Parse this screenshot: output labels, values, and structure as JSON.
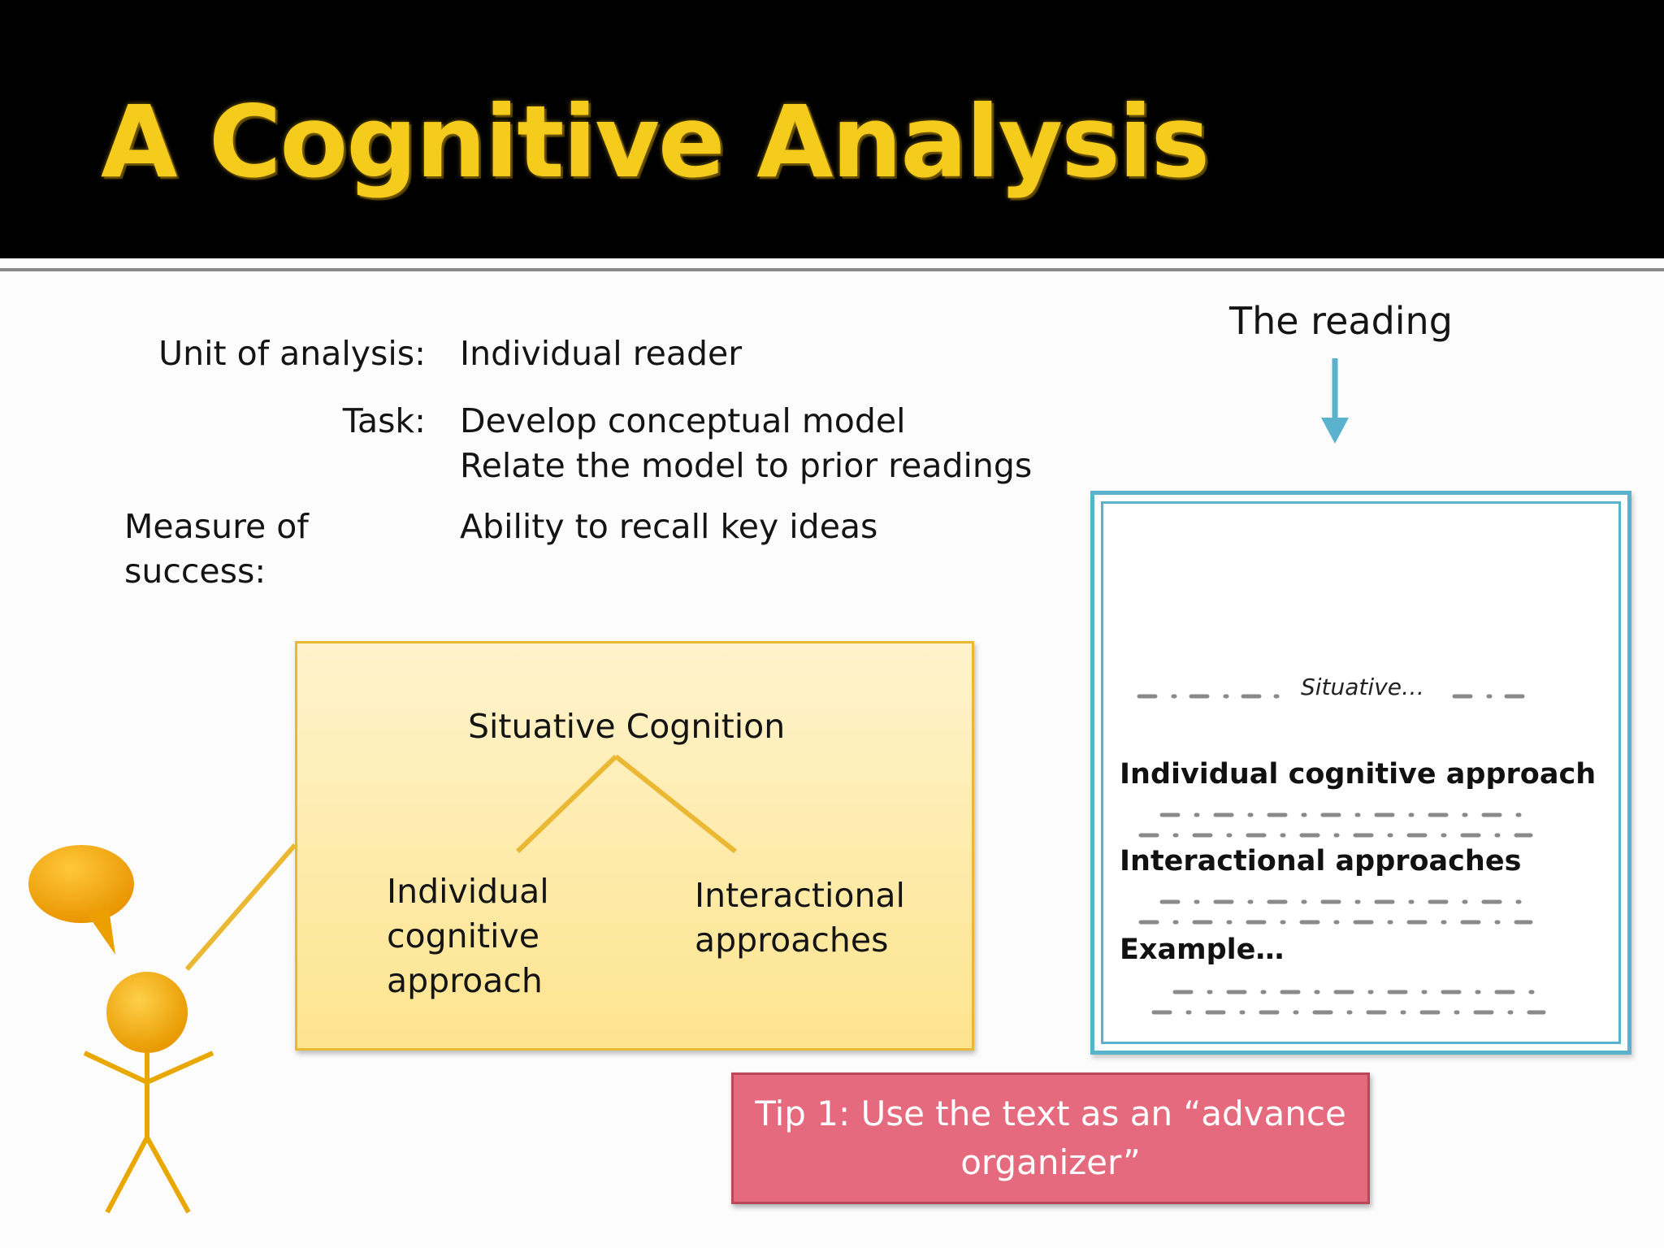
{
  "slide": {
    "title": "A Cognitive Analysis",
    "colors": {
      "header": "#000000",
      "title": "#f5cb1c",
      "yellow_box": "#fde48e",
      "reading_border": "#5bb2cd",
      "tip_box": "#e66a7d"
    }
  },
  "analysis": {
    "unit_label": "Unit of analysis:",
    "unit_value": "Individual reader",
    "task_label": "Task:",
    "task_value_1": "Develop conceptual model",
    "task_value_2": "Relate the model to prior readings",
    "measure_label_1": "Measure of",
    "measure_label_2": "success:",
    "measure_value": "Ability to recall key ideas"
  },
  "concept": {
    "root": "Situative Cognition",
    "left_1": "Individual",
    "left_2": "cognitive",
    "left_3": "approach",
    "right_1": "Interactional",
    "right_2": "approaches"
  },
  "reading": {
    "label": "The reading",
    "situative": "Situative…",
    "heading_1": "Individual cognitive approach",
    "heading_2": "Interactional approaches",
    "heading_3": "Example…"
  },
  "tip": {
    "line_1": "Tip 1: Use the text as an “advance",
    "line_2": "organizer”"
  },
  "icons": {
    "stick_figure": "person-icon",
    "speech_bubble": "speech-bubble-icon",
    "arrow": "down-arrow-icon"
  }
}
